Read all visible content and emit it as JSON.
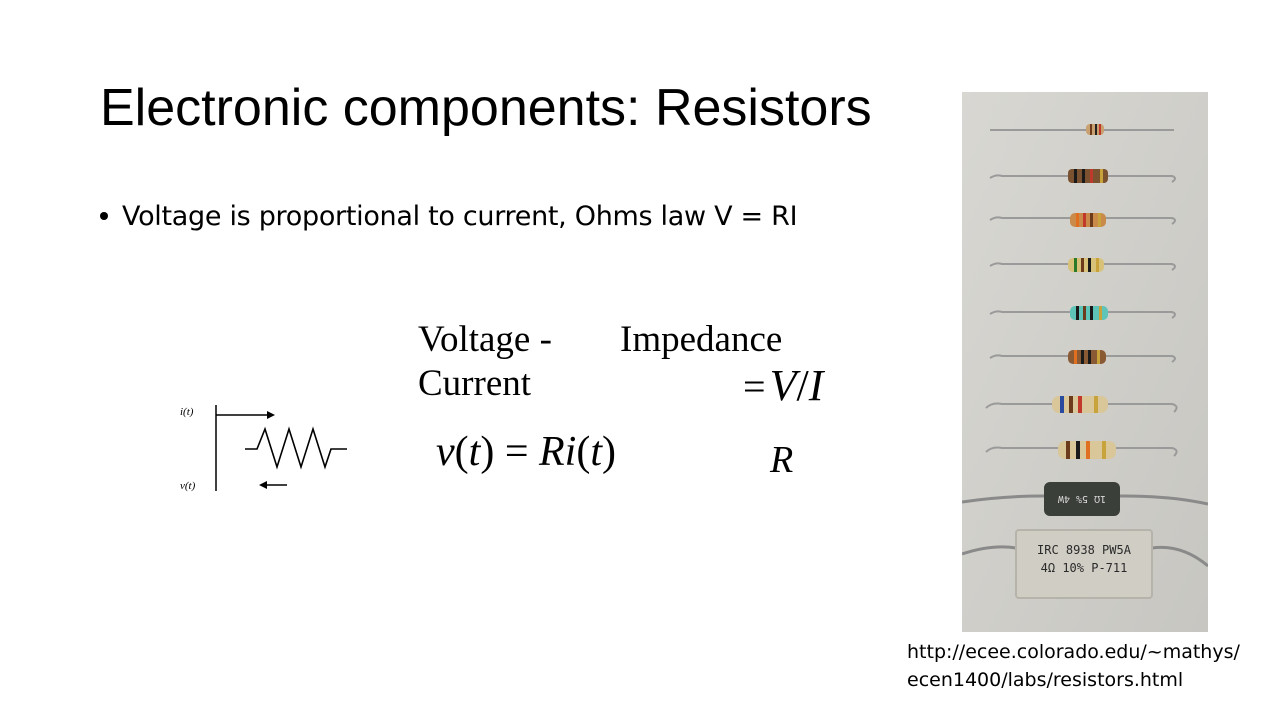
{
  "slide": {
    "title": "Electronic components: Resistors",
    "bullet": "Voltage is proportional to current, Ohms law V = RI",
    "headers": {
      "voltage_current": "Voltage - Current",
      "impedance": "Impedance"
    },
    "equations": {
      "impedance_formula": "= V / I",
      "ohms_law": "v(t) = Ri(t)",
      "resistance": "R"
    },
    "circuit_labels": {
      "current": "i(t)",
      "voltage": "v(t)"
    },
    "photo_markings": {
      "wirewound_resistor": "1Ω 5% 4W",
      "ceramic_resistor_line1": "IRC 8938 PW5A",
      "ceramic_resistor_line2": "4Ω 10% P-711"
    },
    "citation_line1": "http://ecee.colorado.edu/~mathys/",
    "citation_line2": "ecen1400/labs/resistors.html"
  }
}
